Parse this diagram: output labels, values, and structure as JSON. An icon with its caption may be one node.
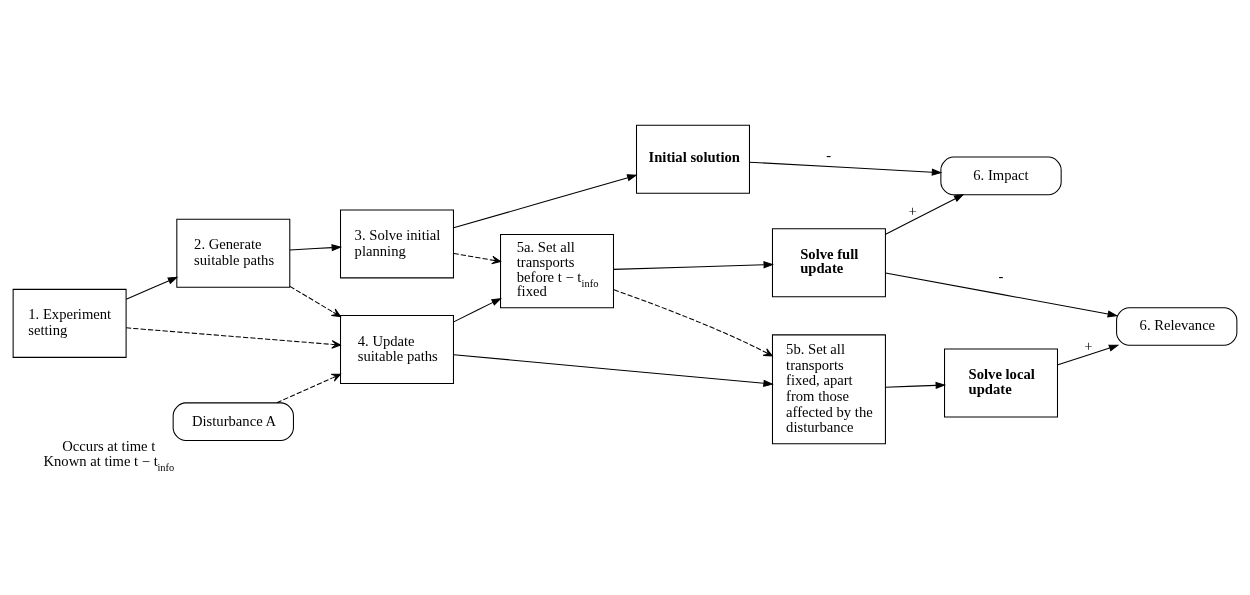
{
  "diagram": {
    "nodes": [
      {
        "text": [
          "1.  Experiment setting"
        ]
      },
      {
        "text": [
          "2.  Generate suitable paths"
        ]
      },
      {
        "text": [
          "3.  Solve initial planning"
        ]
      },
      {
        "text": [
          "Initial solution"
        ]
      },
      {
        "text": [
          "6. Impact"
        ]
      },
      {
        "text": [
          "4.  Update suitable paths"
        ]
      },
      {
        "text": [
          "5a. Set all transports before t − t$_{info}$ fixed"
        ]
      },
      {
        "text": [
          "Solve full update"
        ]
      },
      {
        "text": [
          "Disturbance A"
        ],
        "beside": [
          "Occurs at time t",
          "Known at time t − t$_{info}$"
        ]
      },
      {
        "text": [
          "6. Relevance"
        ]
      },
      {
        "text": [
          "5b. Set all transports fixed, apart from those affected by the disturbance"
        ]
      },
      {
        "text": [
          "Solve local update"
        ]
      }
    ],
    "edges": [
      {
        "from": 0,
        "to": 1,
        "arrow": "to"
      },
      {
        "from": 1,
        "to": 2,
        "arrow": "to"
      },
      {
        "from": 2,
        "to": 3,
        "arrow": "to"
      },
      {
        "from": 3,
        "to": 4,
        "arrow": "to",
        "label": "-"
      },
      {
        "from": 0,
        "to": 5,
        "arrow": "to",
        "style": "dashed"
      },
      {
        "from": 1,
        "to": 5,
        "arrow": "to",
        "style": "dashed"
      },
      {
        "from": 2,
        "to": 6,
        "arrow": "to",
        "style": "dashed"
      },
      {
        "from": 8,
        "to": 5,
        "arrow": "to",
        "style": "dashed"
      },
      {
        "from": 5,
        "to": 6,
        "arrow": "to"
      },
      {
        "from": 5,
        "to": 10,
        "arrow": "to"
      },
      {
        "from": 6,
        "to": 10,
        "arrow": "to",
        "style": "dashed"
      },
      {
        "from": 6,
        "to": 7,
        "arrow": "to"
      },
      {
        "from": 7,
        "to": 4,
        "arrow": "to",
        "label": "+"
      },
      {
        "from": 7,
        "to": 9,
        "arrow": "to",
        "label": "-"
      },
      {
        "from": 10,
        "to": 11,
        "arrow": "to"
      },
      {
        "from": 11,
        "to": 9,
        "arrow": "to",
        "label": "+"
      }
    ]
  }
}
